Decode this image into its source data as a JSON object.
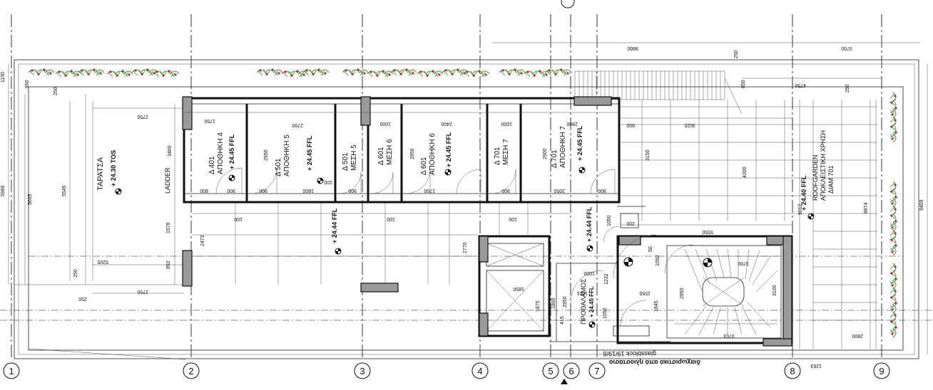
{
  "grid_axes": [
    "1",
    "2",
    "3",
    "4",
    "5",
    "6",
    "7",
    "8",
    "9"
  ],
  "rooms": [
    {
      "code": "Δ 401",
      "name": "ΑΠΟΘΗΚΗ 4",
      "level": "+ 24.45 FFL"
    },
    {
      "code": "Δ 501",
      "name": "ΑΠΟΘΗΚΗ 5",
      "level": "+ 24.45 FFL"
    },
    {
      "code": "Δ 501",
      "name": "ΜΕΣΗ 5"
    },
    {
      "code": "Δ 601",
      "name": "ΜΕΣΗ 6"
    },
    {
      "code": "Δ 601",
      "name": "ΑΠΟΘΗΚΗ 6",
      "level": "+ 24.45 FFL"
    },
    {
      "code": "Δ 701",
      "name": "ΜΕΣΗ 7"
    },
    {
      "code": "Δ 701",
      "name": "ΑΠΟΘΗΚΗ 7",
      "level": "+ 24.45 FFL"
    }
  ],
  "labels": {
    "terrace": "ΤΑΡΑΤΣΑ",
    "terrace_level": "+ 24.30 TOS",
    "ladder": "LADDER",
    "corridor_level": "+ 24.44 FFL",
    "lobby_level": "+ 24.44 FFL",
    "vestibule": "ΠΡΟΘΑΛΑΜΟΣ",
    "vestibule_level": "+ 24.45 FFL",
    "roofgarden_1": "ROOFGARDEN",
    "roofgarden_2": "ΑΠΟΚΛΕΙΣΤΙΚΗ ΧΡΗΣΗ",
    "roofgarden_3": "ΔΙΑΜ 701",
    "roofgarden_level": "+ 24.40 FFL",
    "glassblock": "glassblock 19/19/8",
    "note": "διαχωριστικό από ηλιοστάσιο"
  },
  "dims": {
    "top_left": "9860",
    "top_right": "3700",
    "d_4750": "4750",
    "d_250a": "250",
    "d_250b": "250",
    "d_850a": "850",
    "d_850b": "850",
    "d_250c": "250",
    "d_2750": "2750",
    "d_1750": "1750",
    "d_2700": "2700",
    "d_1000a": "1000",
    "d_2400": "2400",
    "d_1000b": "1000",
    "d_2900top": "2900",
    "d_600a": "600",
    "d_3025": "3025",
    "d_3400": "3400",
    "d_2950a": "2950",
    "d_2950b": "2950",
    "d_2900": "2900",
    "d_3150": "3150",
    "d_4300": "4300",
    "d_5695": "5695",
    "d_5545": "5545",
    "d_5989": "5989",
    "d_800": "800",
    "d_900a": "900",
    "d_900b": "900",
    "d_1800": "1800",
    "d_100a": "100",
    "d_900c": "900",
    "d_1700": "1700",
    "d_900d": "900",
    "d_2050": "2050",
    "d_900e": "900",
    "d_100b": "100",
    "d_100c": "100",
    "d_100d": "100",
    "d_1570": "1570",
    "d_2473": "2473",
    "d_2770": "2770",
    "d_892": "892",
    "d_5205": "5205",
    "d_250d": "250",
    "d_2750b": "2750",
    "d_250e": "250",
    "d_1050a": "1050",
    "d_200": "200",
    "d_5550": "5550",
    "d_3700b": "3700",
    "d_50": "50",
    "d_1050b": "1050",
    "d_1000c": "1000",
    "d_1232": "1232",
    "d_1850": "1850",
    "d_1875": "1875",
    "d_1550": "1550",
    "d_2950c": "2950",
    "d_1061": "1061",
    "d_2950d": "2950",
    "d_3100": "3100",
    "d_1800b": "1800",
    "d_415": "415",
    "d_1050c": "1050",
    "d_1845": "1845",
    "d_3703": "3703",
    "d_2800": "2800",
    "d_9012": "9012",
    "d_8874": "8874",
    "d_9409": "9409",
    "d_1100": "1100",
    "d_1263": "1263"
  }
}
